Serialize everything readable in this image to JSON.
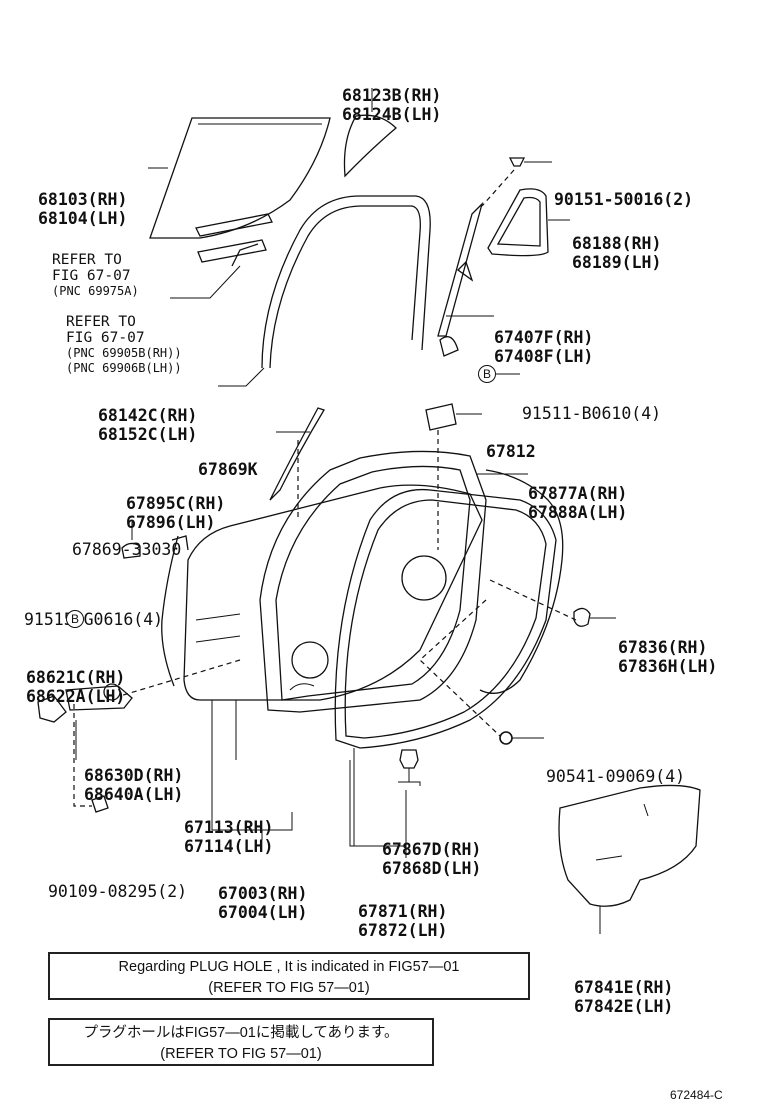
{
  "parts": {
    "p68123b": [
      "68123B(RH)",
      "68124B(LH)"
    ],
    "p68103": [
      "68103(RH)",
      "68104(LH)"
    ],
    "p90151": [
      "90151-50016(2)"
    ],
    "p68188": [
      "68188(RH)",
      "68189(LH)"
    ],
    "refer1": [
      "REFER TO",
      "FIG 67-07",
      "(PNC 69975A)"
    ],
    "refer2": [
      "REFER TO",
      "FIG 67-07",
      "(PNC 69905B(RH))",
      "(PNC 69906B(LH))"
    ],
    "p67407f": [
      "67407F(RH)",
      "67408F(LH)"
    ],
    "p68142c": [
      "68142C(RH)",
      "68152C(LH)"
    ],
    "p91511": [
      "91511-B0610(4)"
    ],
    "p67812": [
      "67812"
    ],
    "p67869k": [
      "67869K"
    ],
    "p67877a": [
      "67877A(RH)",
      "67888A(LH)"
    ],
    "p67895c": [
      "67895C(RH)",
      "67896(LH)"
    ],
    "p67869_33030": [
      "67869-33030"
    ],
    "p91515": [
      "91515-G0616(4)"
    ],
    "p68621c": [
      "68621C(RH)",
      "68622A(LH)"
    ],
    "p67836": [
      "67836(RH)",
      "67836H(LH)"
    ],
    "p68630d": [
      "68630D(RH)",
      "68640A(LH)"
    ],
    "p90541": [
      "90541-09069(4)"
    ],
    "p67113": [
      "67113(RH)",
      "67114(LH)"
    ],
    "p67867d": [
      "67867D(RH)",
      "67868D(LH)"
    ],
    "p90109": [
      "90109-08295(2)"
    ],
    "p67003": [
      "67003(RH)",
      "67004(LH)"
    ],
    "p67871": [
      "67871(RH)",
      "67872(LH)"
    ],
    "p67841e": [
      "67841E(RH)",
      "67842E(LH)"
    ]
  },
  "callouts": {
    "b1": "B",
    "b2": "B"
  },
  "notes": {
    "en": [
      "Regarding PLUG HOLE , It is indicated in FIG57—01",
      "(REFER TO FIG 57—01)"
    ],
    "ja": [
      "プラグホールはFIG57—01に掲載してあります。",
      "(REFER TO FIG 57—01)"
    ]
  },
  "figure_id": "672484-C"
}
